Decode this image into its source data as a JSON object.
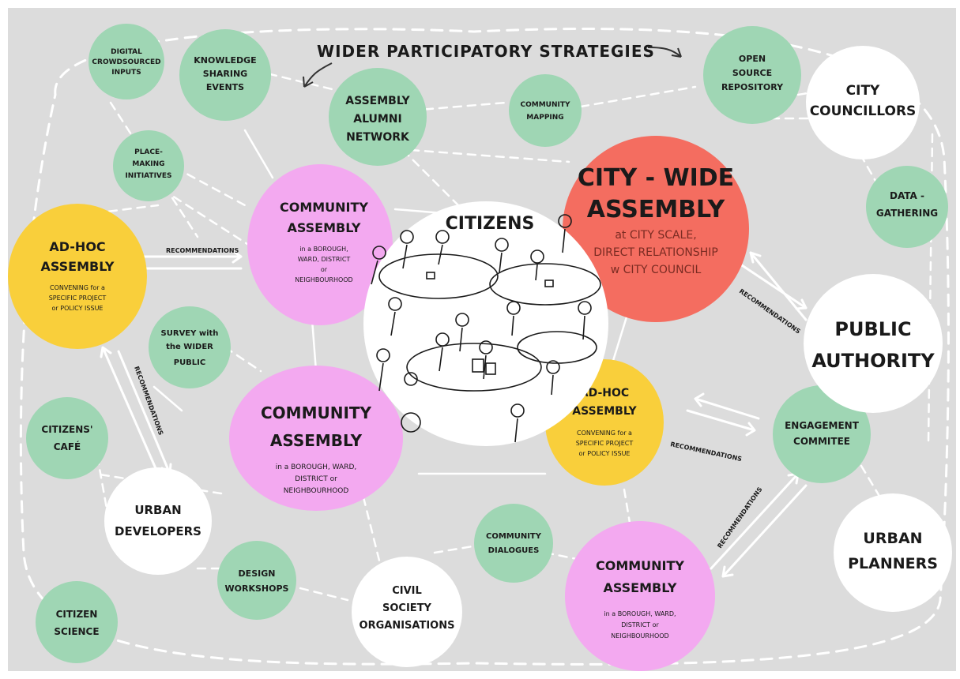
{
  "header": {
    "title": "WIDER PARTICIPATORY STRATEGIES"
  },
  "colors": {
    "background": "#dcdcdc",
    "green": "#9fd6b4",
    "pink": "#f3a9f0",
    "yellow": "#f9cf3b",
    "red": "#f46d60",
    "white": "#ffffff",
    "ink": "#1a1a1a",
    "red_subtext": "#7a2b22"
  },
  "nodes": {
    "digital_crowdsourced": [
      "DIGITAL",
      "CROWDSOURCED",
      "INPUTS"
    ],
    "knowledge_sharing": [
      "KNOWLEDGE",
      "SHARING",
      "EVENTS"
    ],
    "assembly_alumni": [
      "ASSEMBLY",
      "ALUMNI",
      "NETWORK"
    ],
    "community_mapping": [
      "COMMUNITY",
      "MAPPING"
    ],
    "open_source": [
      "OPEN",
      "SOURCE",
      "REPOSITORY"
    ],
    "city_councillors": [
      "CITY",
      "COUNCILLORS"
    ],
    "place_making": [
      "PLACE-",
      "MAKING",
      "INITIATIVES"
    ],
    "data_gathering": [
      "DATA -",
      "GATHERING"
    ],
    "city_wide": {
      "title": [
        "CITY - WIDE",
        "ASSEMBLY"
      ],
      "sub": [
        "at CITY SCALE,",
        "DIRECT RELATIONSHIP",
        "w CITY COUNCIL"
      ]
    },
    "community_assembly_top": {
      "title": [
        "COMMUNITY",
        "ASSEMBLY"
      ],
      "sub": [
        "in a BOROUGH,",
        "WARD, DISTRICT",
        "or",
        "NEIGHBOURHOOD"
      ]
    },
    "adhoc_left": {
      "title": [
        "AD-HOC",
        "ASSEMBLY"
      ],
      "sub": [
        "CONVENING for a",
        "SPECIFIC PROJECT",
        "or POLICY ISSUE"
      ]
    },
    "citizens": "CITIZENS",
    "survey": [
      "SURVEY with",
      "the WIDER",
      "PUBLIC"
    ],
    "public_authority": [
      "PUBLIC",
      "AUTHORITY"
    ],
    "adhoc_right": {
      "title": [
        "AD-HOC",
        "ASSEMBLY"
      ],
      "sub": [
        "CONVENING for a",
        "SPECIFIC PROJECT",
        "or POLICY ISSUE"
      ]
    },
    "engagement": [
      "ENGAGEMENT",
      "COMMITEE"
    ],
    "citizens_cafe": [
      "CITIZENS'",
      "CAFÉ"
    ],
    "community_assembly_mid": {
      "title": [
        "COMMUNITY",
        "ASSEMBLY"
      ],
      "sub": [
        "in a BOROUGH, WARD,",
        "DISTRICT or",
        "NEIGHBOURHOOD"
      ]
    },
    "urban_developers": [
      "URBAN",
      "DEVELOPERS"
    ],
    "community_dialogues": [
      "COMMUNITY",
      "DIALOGUES"
    ],
    "urban_planners": [
      "URBAN",
      "PLANNERS"
    ],
    "design_workshops": [
      "DESIGN",
      "WORKSHOPS"
    ],
    "civil_society": [
      "CIVIL",
      "SOCIETY",
      "ORGANISATIONS"
    ],
    "community_assembly_bottom": {
      "title": [
        "COMMUNITY",
        "ASSEMBLY"
      ],
      "sub": [
        "in a BOROUGH, WARD,",
        "DISTRICT or",
        "NEIGHBOURHOOD"
      ]
    },
    "citizen_science": [
      "CITIZEN",
      "SCIENCE"
    ]
  },
  "labels": {
    "recommendations": "RECOMMENDATIONS"
  }
}
